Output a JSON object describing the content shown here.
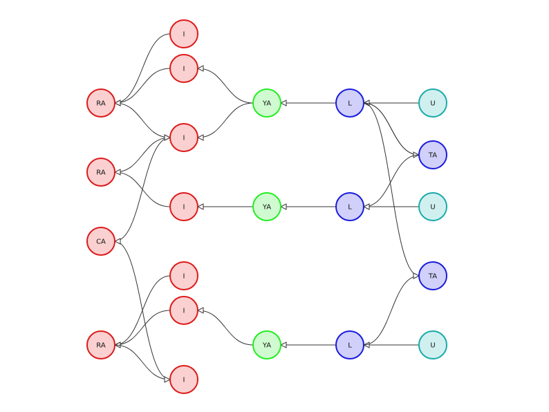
{
  "colors": {
    "red_stroke": "#dd1a1a",
    "red_fill": "#fad0d0",
    "green_stroke": "#22ee22",
    "green_fill": "#d0fad0",
    "blue_stroke": "#1a1add",
    "blue_fill": "#d0d0fa",
    "teal_stroke": "#1aaaaa",
    "teal_fill": "#d0f0f0",
    "edge": "#333333"
  },
  "nodes": [
    {
      "id": "i1",
      "label": "I",
      "color": "red"
    },
    {
      "id": "i2",
      "label": "I",
      "color": "red"
    },
    {
      "id": "ra1",
      "label": "RA",
      "color": "red"
    },
    {
      "id": "ya1",
      "label": "YA",
      "color": "green"
    },
    {
      "id": "l1",
      "label": "L",
      "color": "blue"
    },
    {
      "id": "u1",
      "label": "U",
      "color": "teal"
    },
    {
      "id": "i3",
      "label": "I",
      "color": "red"
    },
    {
      "id": "ta1",
      "label": "TA",
      "color": "blue"
    },
    {
      "id": "ra2",
      "label": "RA",
      "color": "red"
    },
    {
      "id": "i4",
      "label": "I",
      "color": "red"
    },
    {
      "id": "ya2",
      "label": "YA",
      "color": "green"
    },
    {
      "id": "l2",
      "label": "L",
      "color": "blue"
    },
    {
      "id": "u2",
      "label": "U",
      "color": "teal"
    },
    {
      "id": "ca1",
      "label": "CA",
      "color": "red"
    },
    {
      "id": "ta2",
      "label": "TA",
      "color": "blue"
    },
    {
      "id": "i5",
      "label": "I",
      "color": "red"
    },
    {
      "id": "i6",
      "label": "I",
      "color": "red"
    },
    {
      "id": "ra3",
      "label": "RA",
      "color": "red"
    },
    {
      "id": "ya3",
      "label": "YA",
      "color": "green"
    },
    {
      "id": "l3",
      "label": "L",
      "color": "blue"
    },
    {
      "id": "u3",
      "label": "U",
      "color": "teal"
    },
    {
      "id": "i7",
      "label": "I",
      "color": "red"
    }
  ],
  "edges": [
    {
      "from": "ya1",
      "to": "i2"
    },
    {
      "from": "ya1",
      "to": "i3"
    },
    {
      "from": "l1",
      "to": "ya1"
    },
    {
      "from": "u1",
      "to": "l1"
    },
    {
      "from": "ta1",
      "to": "l1"
    },
    {
      "from": "i1",
      "to": "ra1"
    },
    {
      "from": "i2",
      "to": "ra1"
    },
    {
      "from": "i3",
      "to": "ra1"
    },
    {
      "from": "l1",
      "to": "ta1"
    },
    {
      "from": "l1",
      "to": "ta2"
    },
    {
      "from": "ra2",
      "to": "i3"
    },
    {
      "from": "i4",
      "to": "ra2"
    },
    {
      "from": "ca1",
      "to": "i3"
    },
    {
      "from": "ya2",
      "to": "i4"
    },
    {
      "from": "l2",
      "to": "ya2"
    },
    {
      "from": "u2",
      "to": "l2"
    },
    {
      "from": "ta1",
      "to": "l2"
    },
    {
      "from": "i7",
      "to": "ca1"
    },
    {
      "from": "i5",
      "to": "ra3"
    },
    {
      "from": "i6",
      "to": "ra3"
    },
    {
      "from": "ra3",
      "to": "i7"
    },
    {
      "from": "ya3",
      "to": "i6"
    },
    {
      "from": "l3",
      "to": "ya3"
    },
    {
      "from": "u3",
      "to": "l3"
    },
    {
      "from": "l3",
      "to": "ta2"
    }
  ]
}
